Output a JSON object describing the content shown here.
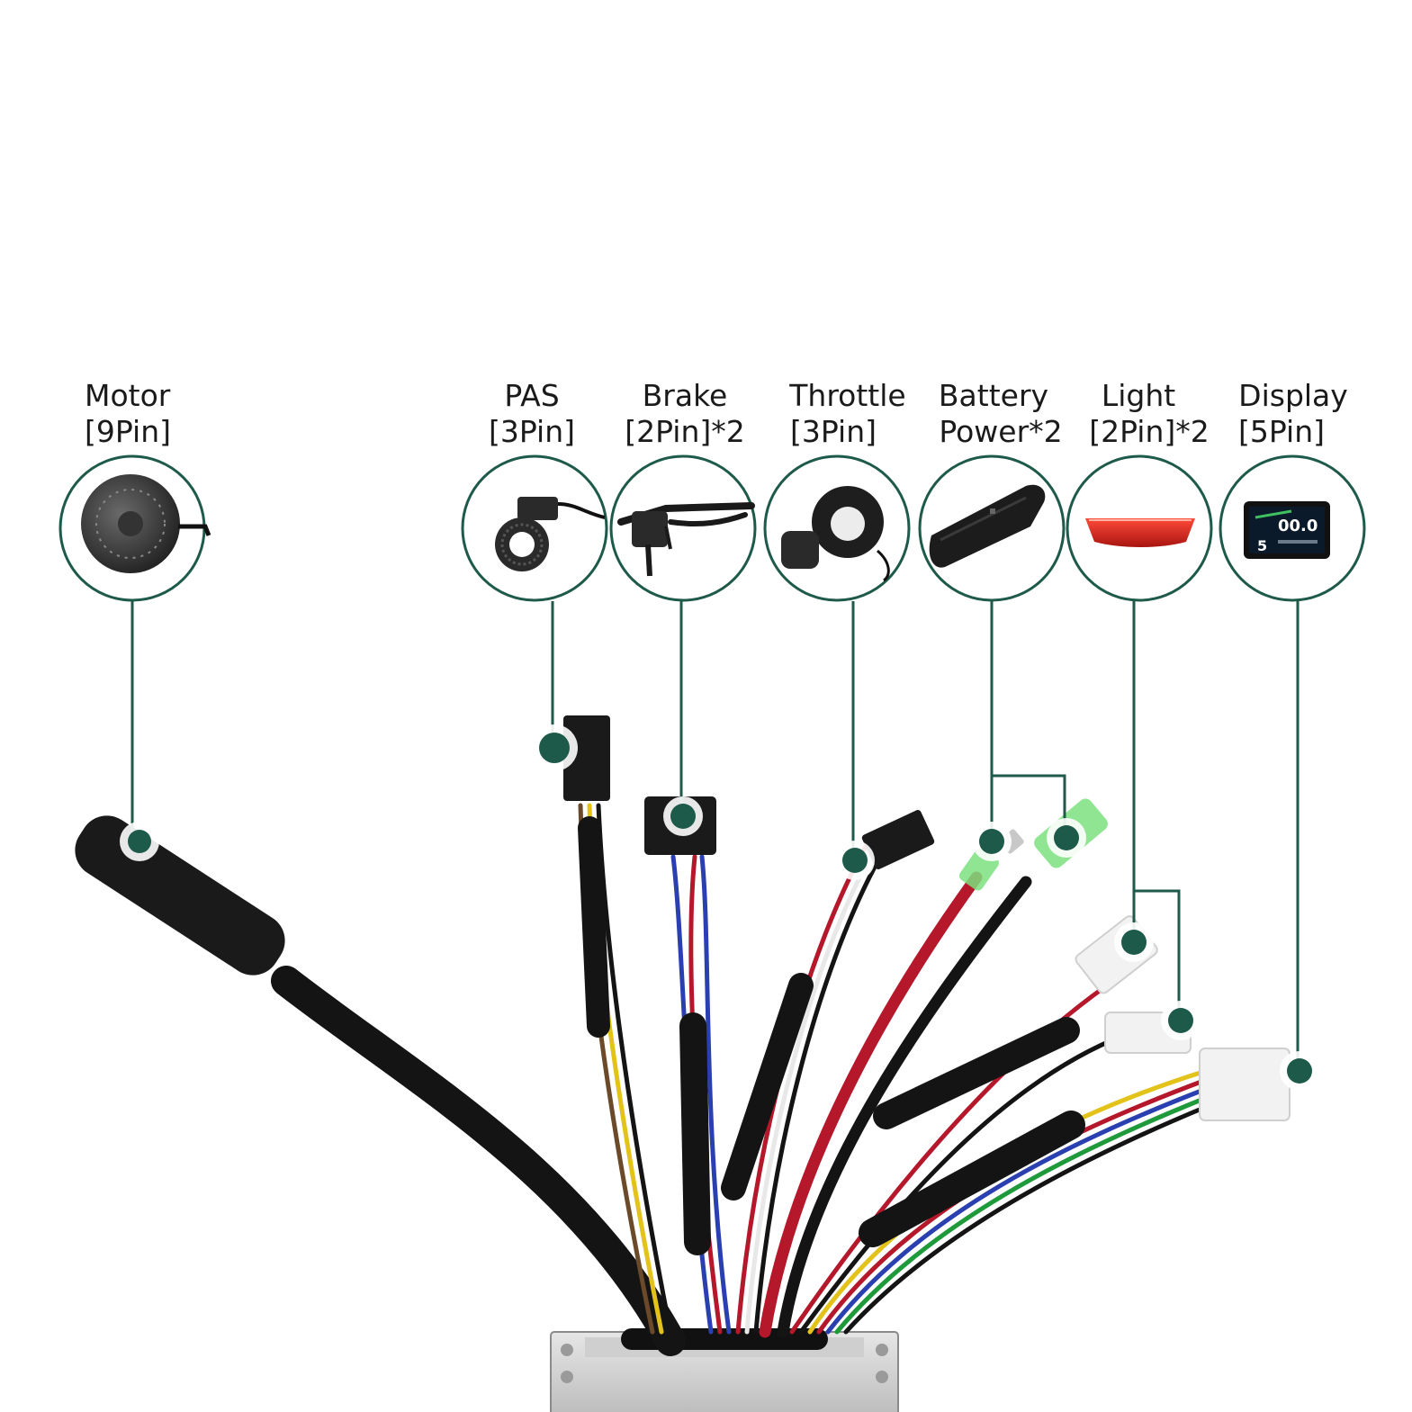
{
  "colors": {
    "accent": "#1e5a4a",
    "background": "#ffffff",
    "wire_black": "#141414",
    "wire_red": "#b5172b",
    "wire_yellow": "#e3c21a",
    "wire_blue": "#2a3fb0",
    "wire_green": "#1f9a3a",
    "wire_white": "#e8e8e8",
    "connector_white": "#f2f2f2",
    "terminal_green": "#7be07f"
  },
  "components": [
    {
      "id": "motor",
      "name_line1": "Motor",
      "name_line2": "[9Pin]",
      "icon": "hub-motor-icon"
    },
    {
      "id": "pas",
      "name_line1": "PAS",
      "name_line2": "[3Pin]",
      "icon": "pas-sensor-icon"
    },
    {
      "id": "brake",
      "name_line1": "Brake",
      "name_line2": "[2Pin]*2",
      "icon": "brake-lever-icon"
    },
    {
      "id": "throttle",
      "name_line1": "Throttle",
      "name_line2": "[3Pin]",
      "icon": "thumb-throttle-icon"
    },
    {
      "id": "battery",
      "name_line1": "Battery",
      "name_line2": "Power*2",
      "icon": "battery-pack-icon"
    },
    {
      "id": "light",
      "name_line1": "Light",
      "name_line2": "[2Pin]*2",
      "icon": "tail-light-icon"
    },
    {
      "id": "display",
      "name_line1": "Display",
      "name_line2": "[5Pin]",
      "icon": "lcd-display-icon"
    }
  ],
  "display_screen": {
    "speed": "00.0",
    "level": "5"
  }
}
